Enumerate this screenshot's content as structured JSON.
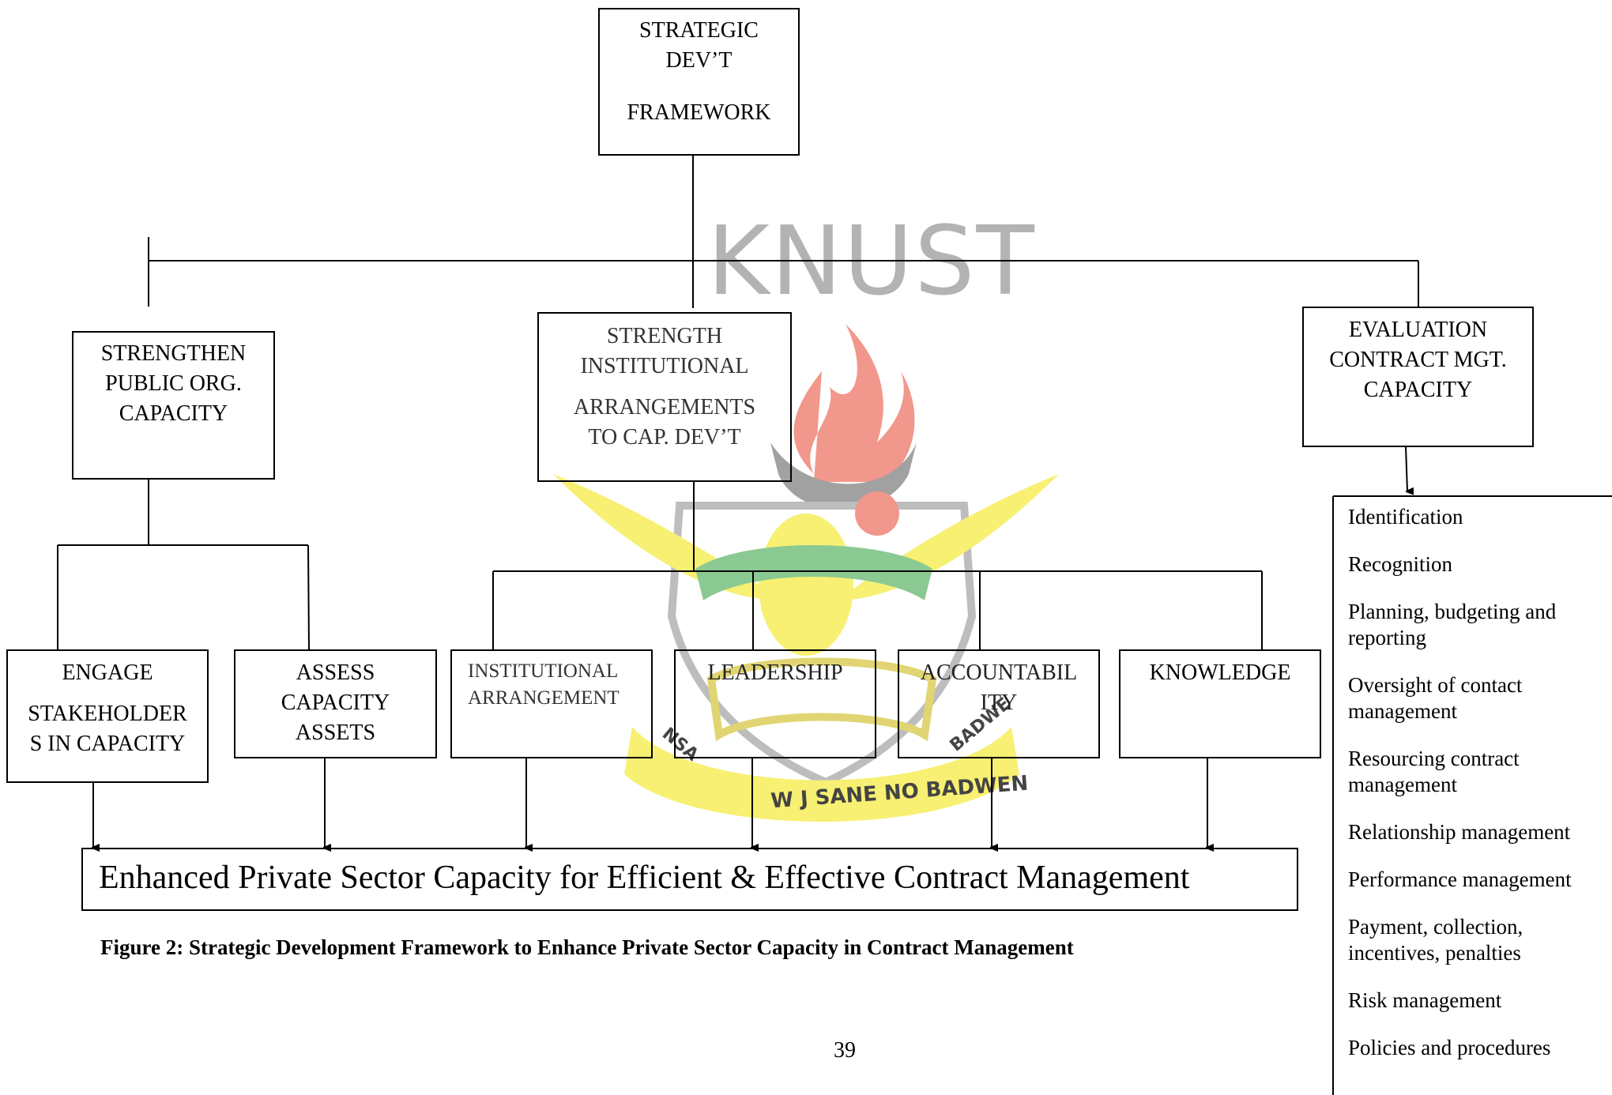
{
  "watermark": {
    "text": "KNUST",
    "motto": "W J SANE NO BADWEN",
    "left_arc": "NSA",
    "right_arc": "BADWE"
  },
  "top": {
    "line1": "STRATEGIC",
    "line2": "DEV’T",
    "line3": "FRAMEWORK"
  },
  "branch_left": {
    "line1": "STRENGTHEN",
    "line2": "PUBLIC ORG.",
    "line3": "CAPACITY"
  },
  "branch_mid": {
    "line1": "STRENGTH",
    "line2": "INSTITUTIONAL",
    "line3": "ARRANGEMENTS",
    "line4": "TO CAP. DEV’T"
  },
  "branch_right": {
    "line1": "EVALUATION",
    "line2": "CONTRACT MGT.",
    "line3": "CAPACITY"
  },
  "sub": {
    "engage": {
      "line1": "ENGAGE",
      "line2": "STAKEHOLDER",
      "line3": "S IN CAPACITY"
    },
    "assess": {
      "line1": "ASSESS",
      "line2": "CAPACITY",
      "line3": "ASSETS"
    },
    "institutional": {
      "line1": "INSTITUTIONAL",
      "line2": "ARRANGEMENT"
    },
    "leadership": {
      "line1": "LEADERSHIP"
    },
    "accountability": {
      "line1": "ACCOUNTABIL",
      "line2": "ITY"
    },
    "knowledge": {
      "line1": "KNOWLEDGE"
    }
  },
  "outcome": "Enhanced Private Sector Capacity for Efficient & Effective Contract Management",
  "caption": "Figure 2: Strategic Development Framework to Enhance Private Sector Capacity in Contract Management",
  "page_number": "39",
  "evaluation_items": [
    "Identification",
    "Recognition",
    "Planning, budgeting and reporting",
    "Oversight of contact management",
    "Resourcing contract management",
    "Relationship management",
    "Performance management",
    "Payment, collection, incentives, penalties",
    "Risk management",
    "Policies and procedures"
  ],
  "colors": {
    "line": "#000000",
    "watermark_gray": "#b3b3b3",
    "crest_yellow": "#f2e400",
    "crest_red": "#e8432e",
    "crest_green": "#2e9e3a"
  }
}
